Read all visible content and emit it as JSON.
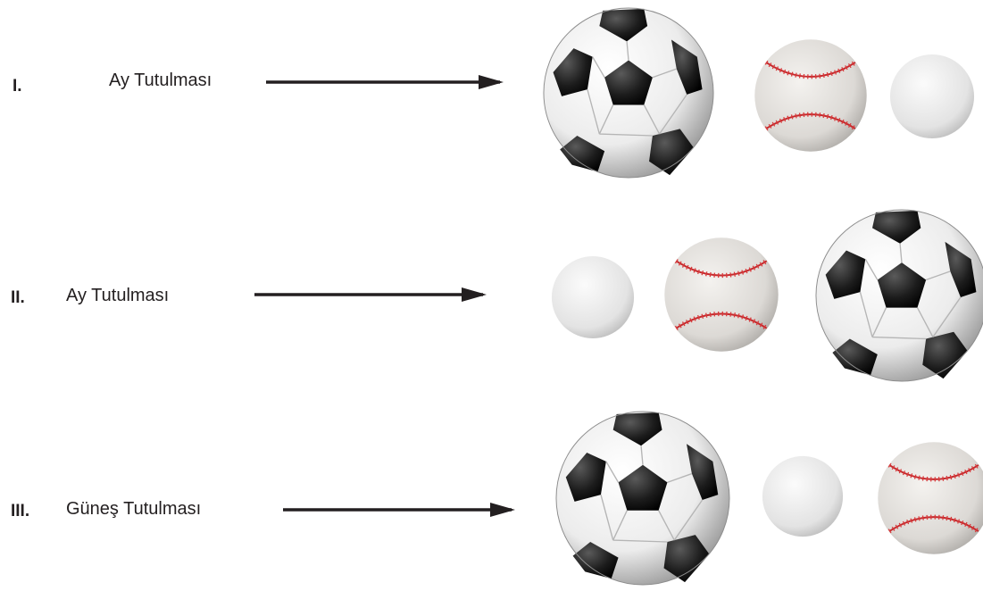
{
  "rows": [
    {
      "numeral": "I.",
      "label": "Ay Tutulması",
      "objects": [
        "soccer-ball",
        "baseball",
        "ping-pong-ball"
      ]
    },
    {
      "numeral": "II.",
      "label": "Ay Tutulması",
      "objects": [
        "ping-pong-ball",
        "baseball",
        "soccer-ball"
      ]
    },
    {
      "numeral": "III.",
      "label": "Güneş Tutulması",
      "objects": [
        "soccer-ball",
        "ping-pong-ball",
        "baseball"
      ]
    }
  ],
  "colors": {
    "text": "#231f20",
    "arrow": "#231f20"
  }
}
